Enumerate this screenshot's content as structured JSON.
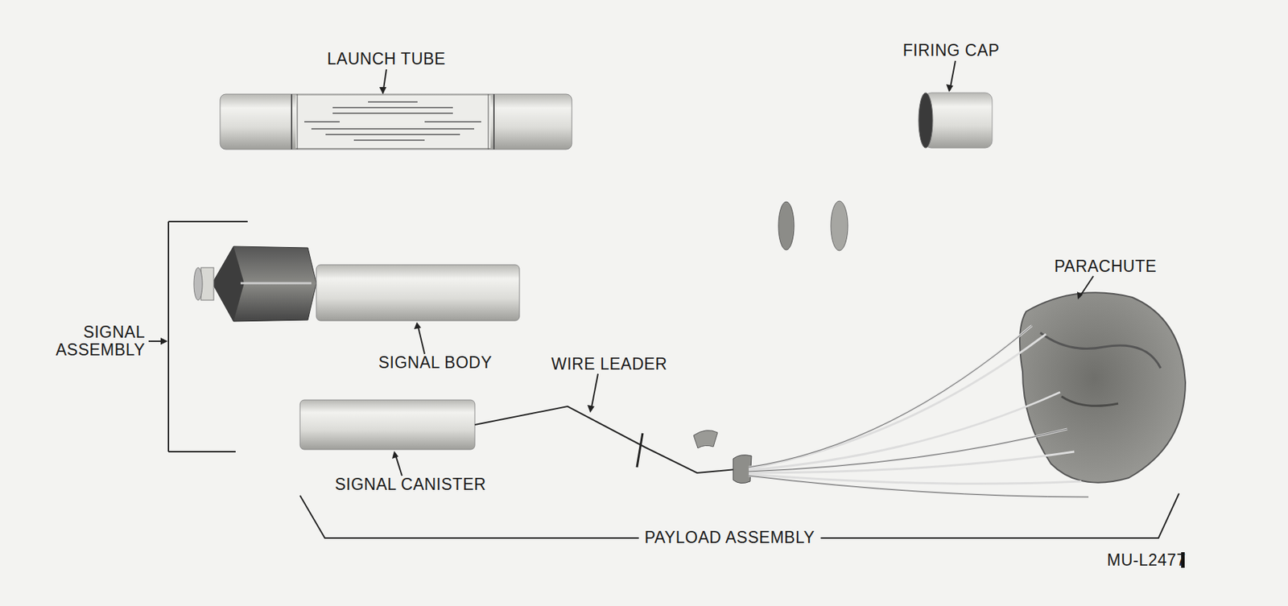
{
  "diagram": {
    "labels": [
      "LAUNCH TUBE",
      "FIRING CAP",
      "PARACHUTE",
      "SIGNAL ASSEMBLY",
      "SIGNAL BODY",
      "WIRE LEADER",
      "SIGNAL CANISTER",
      "PAYLOAD ASSEMBLY",
      "MU-L2477"
    ]
  }
}
